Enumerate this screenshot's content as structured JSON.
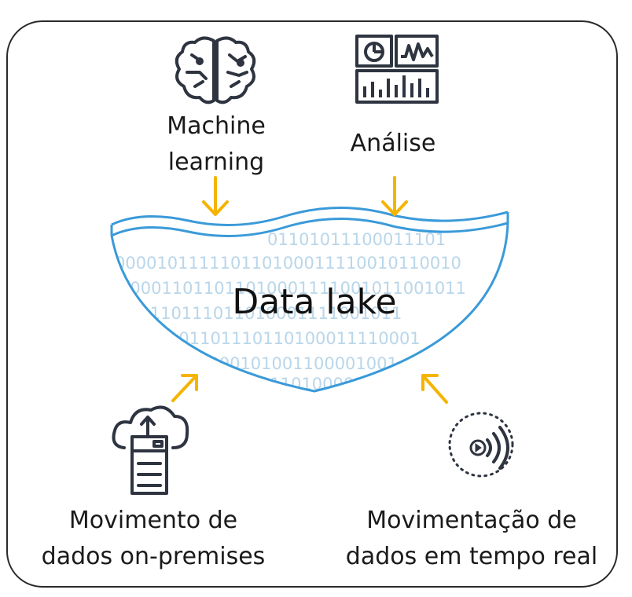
{
  "diagram": {
    "title": "Data lake",
    "binary_lines": [
      "01101011100011101",
      "000010111110110100011110010110010",
      "100011011011010001111001011001011",
      "10110111011010001111001011",
      "101101110110100011110001",
      "0000101001100001001",
      "0110100001"
    ],
    "nodes": {
      "machine_learning": {
        "line1": "Machine",
        "line2": "learning",
        "icon": "brain-icon"
      },
      "analysis": {
        "line1": "Análise",
        "icon": "dashboard-icon"
      },
      "on_premises": {
        "line1": "Movimento de",
        "line2": "dados on-premises",
        "icon": "cloud-upload-server-icon"
      },
      "real_time": {
        "line1": "Movimentação de",
        "line2": "dados em tempo real",
        "icon": "streaming-icon"
      }
    },
    "colors": {
      "lake": "#3a9ad9",
      "binary": "#b9d6ea",
      "arrow": "#f5b400",
      "icon": "#2e3440",
      "frame": "#2a2a2a"
    }
  }
}
